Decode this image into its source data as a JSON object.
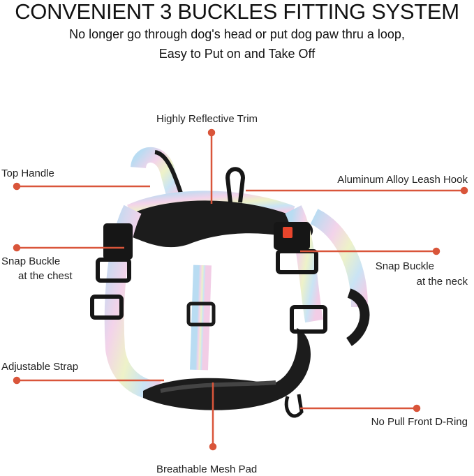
{
  "header": {
    "title": "CONVENIENT 3 BUCKLES FITTING SYSTEM",
    "subtitle_line1": "No longer go through dog's head or put dog paw thru a loop,",
    "subtitle_line2": "Easy to Put on and Take Off"
  },
  "callouts": {
    "reflective_trim": "Highly Reflective Trim",
    "top_handle": "Top Handle",
    "leash_hook": "Aluminum Alloy Leash Hook",
    "chest_buckle_line1": "Snap Buckle",
    "chest_buckle_line2": "at the chest",
    "neck_buckle_line1": "Snap Buckle",
    "neck_buckle_line2": "at the neck",
    "adjustable_strap": "Adjustable Strap",
    "front_ring": "No Pull Front D-Ring",
    "mesh_pad": "Breathable Mesh Pad"
  },
  "colors": {
    "callout_line": "#d9553a",
    "padding": "#1a1a1a",
    "buckle_release": "#e8452c"
  }
}
